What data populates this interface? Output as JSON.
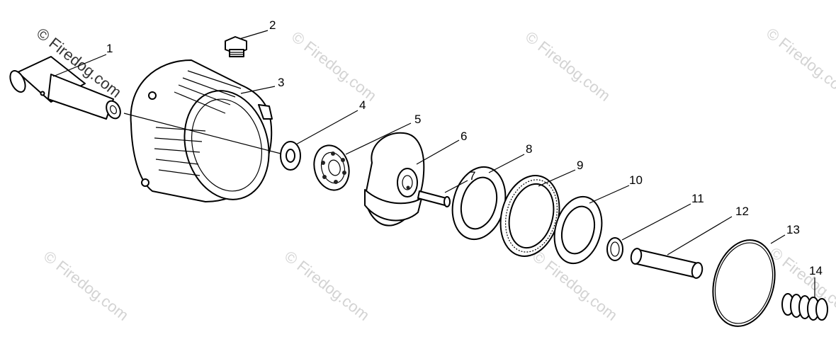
{
  "watermark": {
    "text": "© Firedog.com"
  },
  "callouts": [
    {
      "number": "1"
    },
    {
      "number": "2"
    },
    {
      "number": "3"
    },
    {
      "number": "4"
    },
    {
      "number": "5"
    },
    {
      "number": "6"
    },
    {
      "number": "7"
    },
    {
      "number": "8"
    },
    {
      "number": "9"
    },
    {
      "number": "10"
    },
    {
      "number": "11"
    },
    {
      "number": "12"
    },
    {
      "number": "13"
    },
    {
      "number": "14"
    }
  ]
}
